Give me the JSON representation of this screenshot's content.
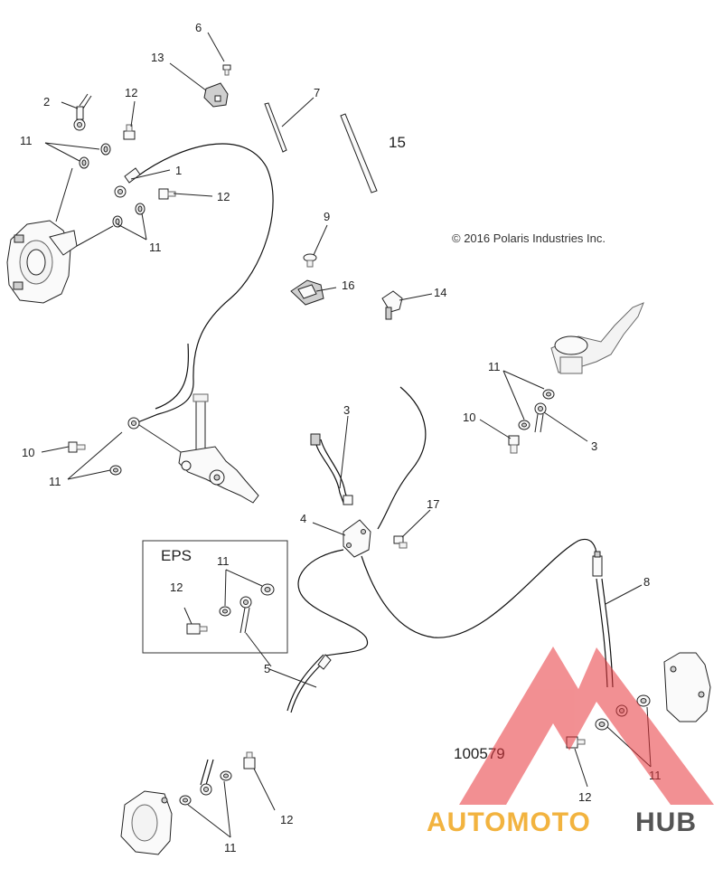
{
  "copyright": "© 2016 Polaris Industries Inc.",
  "drawing_number": "100579",
  "eps_box_label": "EPS",
  "callouts": {
    "c1": "1",
    "c2": "2",
    "c3a": "3",
    "c3b": "3",
    "c4": "4",
    "c5": "5",
    "c6": "6",
    "c7": "7",
    "c8": "8",
    "c9": "9",
    "c10a": "10",
    "c10b": "10",
    "c11a": "11",
    "c11b": "11",
    "c11c": "11",
    "c11d": "11",
    "c11e": "11",
    "c11f": "11",
    "c11g": "11",
    "c12a": "12",
    "c12b": "12",
    "c12c": "12",
    "c12d": "12",
    "c12e": "12",
    "c13": "13",
    "c14": "14",
    "c15": "15",
    "c16": "16",
    "c17": "17"
  },
  "watermark": {
    "word_a": "AUTOMOTO",
    "word_b": "HUB",
    "colors": {
      "triangle": "#e8343a",
      "accent": "#f2b33f",
      "dark": "#555555"
    }
  }
}
